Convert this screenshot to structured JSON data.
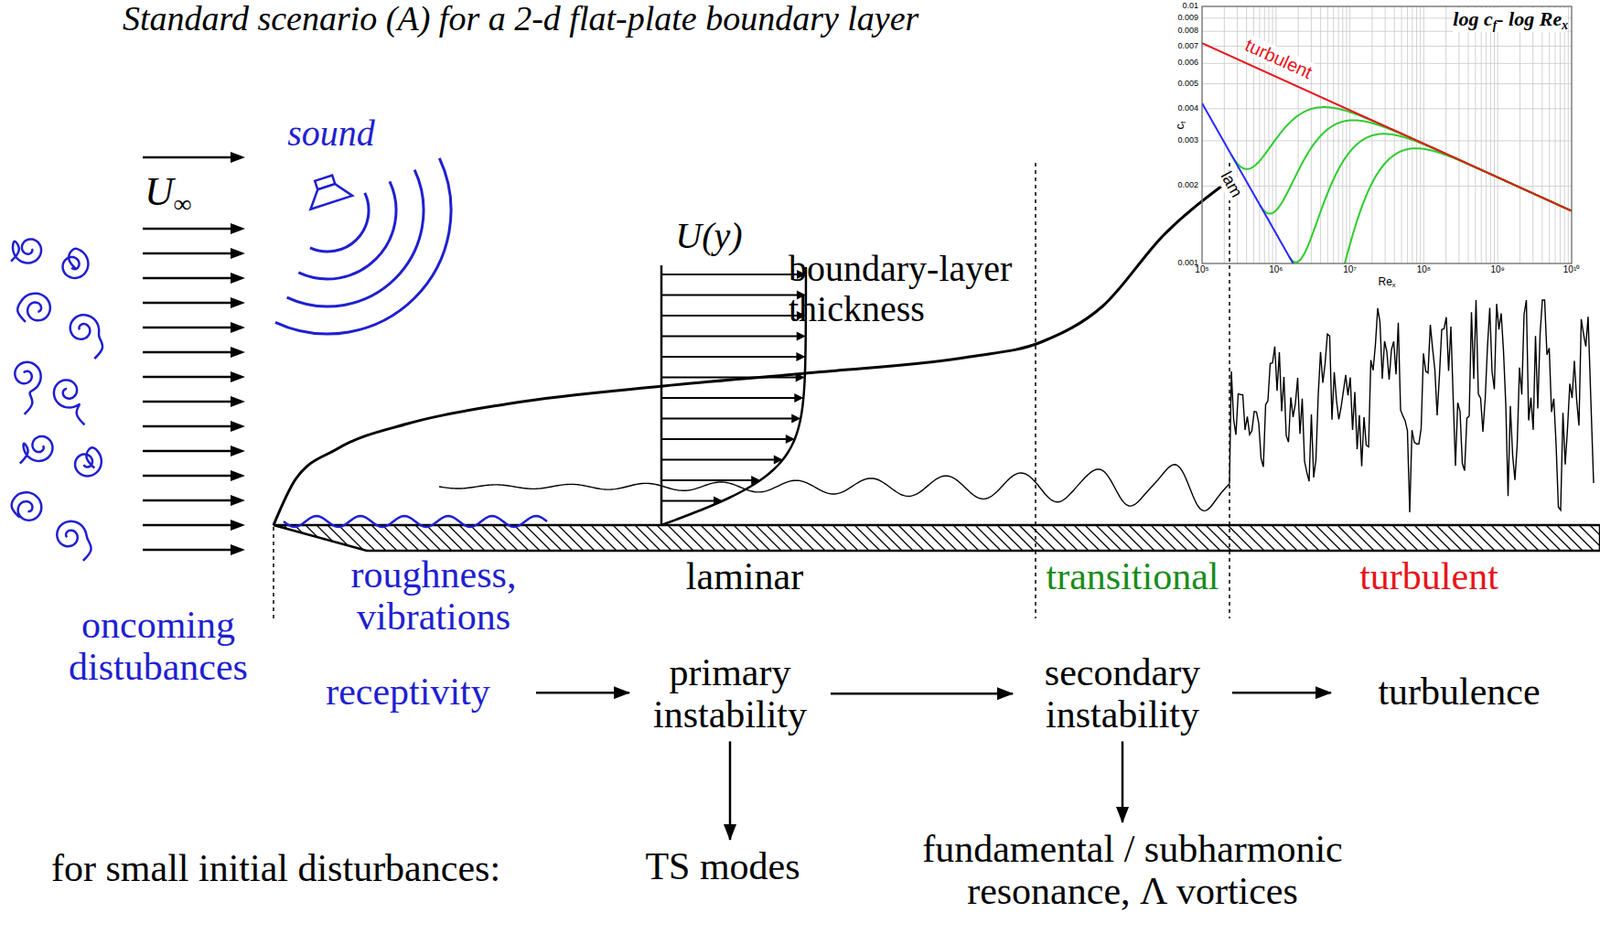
{
  "diagram": {
    "title": "Standard scenario (A) for a 2-d flat-plate boundary layer",
    "nodes": [
      {
        "text": [
          "receptivity"
        ]
      },
      {
        "text": [
          "primary instability"
        ]
      },
      {
        "text": [
          "secondary instability"
        ]
      },
      {
        "text": [
          "turbulence"
        ]
      },
      {
        "text": [
          "TS modes"
        ]
      },
      {
        "text": [
          "fundamental / subharmonic resonance, Λ vortices"
        ]
      }
    ],
    "edges": [
      {
        "from": 0,
        "to": 1,
        "arrow": "to"
      },
      {
        "from": 1,
        "to": 2,
        "arrow": "to"
      },
      {
        "from": 2,
        "to": 3,
        "arrow": "to"
      },
      {
        "from": 1,
        "to": 4,
        "arrow": "to"
      },
      {
        "from": 2,
        "to": 5,
        "arrow": "to"
      }
    ],
    "labels": [
      "U",
      "∞",
      "sound",
      "U(y)",
      "boundary-layer thickness",
      "roughness, vibrations",
      "oncoming distubances",
      "laminar",
      "transitional",
      "turbulent",
      "for small initial disturbances:",
      "log c",
      "f",
      "- log Re",
      "x",
      "turbulent",
      "lam",
      "c",
      "f",
      "Re",
      "x",
      "0.01",
      "0.009",
      "0.008",
      "0.007",
      "0.006",
      "0.005",
      "0.004",
      "0.003",
      "0.002",
      "0.001",
      "10⁵",
      "10⁶",
      "10⁷",
      "10⁸",
      "10⁹",
      "10¹⁰"
    ]
  }
}
